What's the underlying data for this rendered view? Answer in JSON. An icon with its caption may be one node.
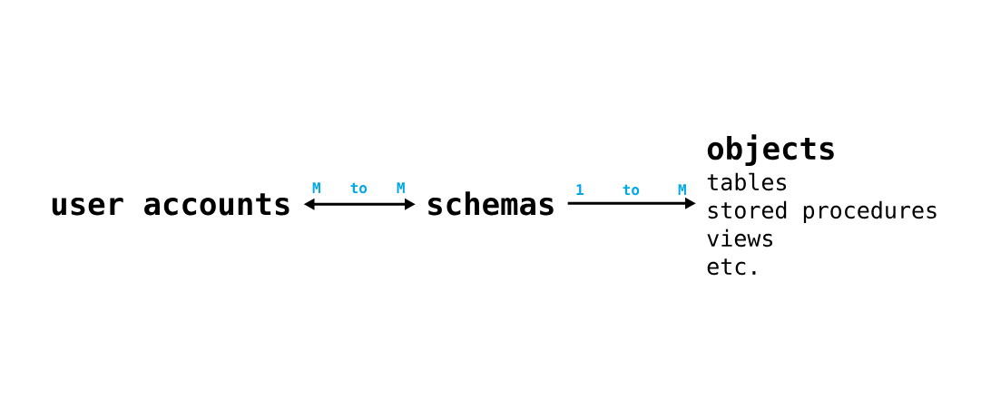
{
  "diagram": {
    "nodes": [
      {
        "text": [
          "user accounts"
        ]
      },
      {
        "text": [
          "schemas"
        ]
      },
      {
        "text": [
          "objects",
          "tables",
          "stored procedures",
          "views",
          "etc."
        ]
      }
    ],
    "edges": [
      {
        "from": 0,
        "to": 1,
        "arrow": "both",
        "label": "M to M"
      },
      {
        "from": 1,
        "to": 2,
        "arrow": "to",
        "label": "1 to M"
      }
    ]
  }
}
